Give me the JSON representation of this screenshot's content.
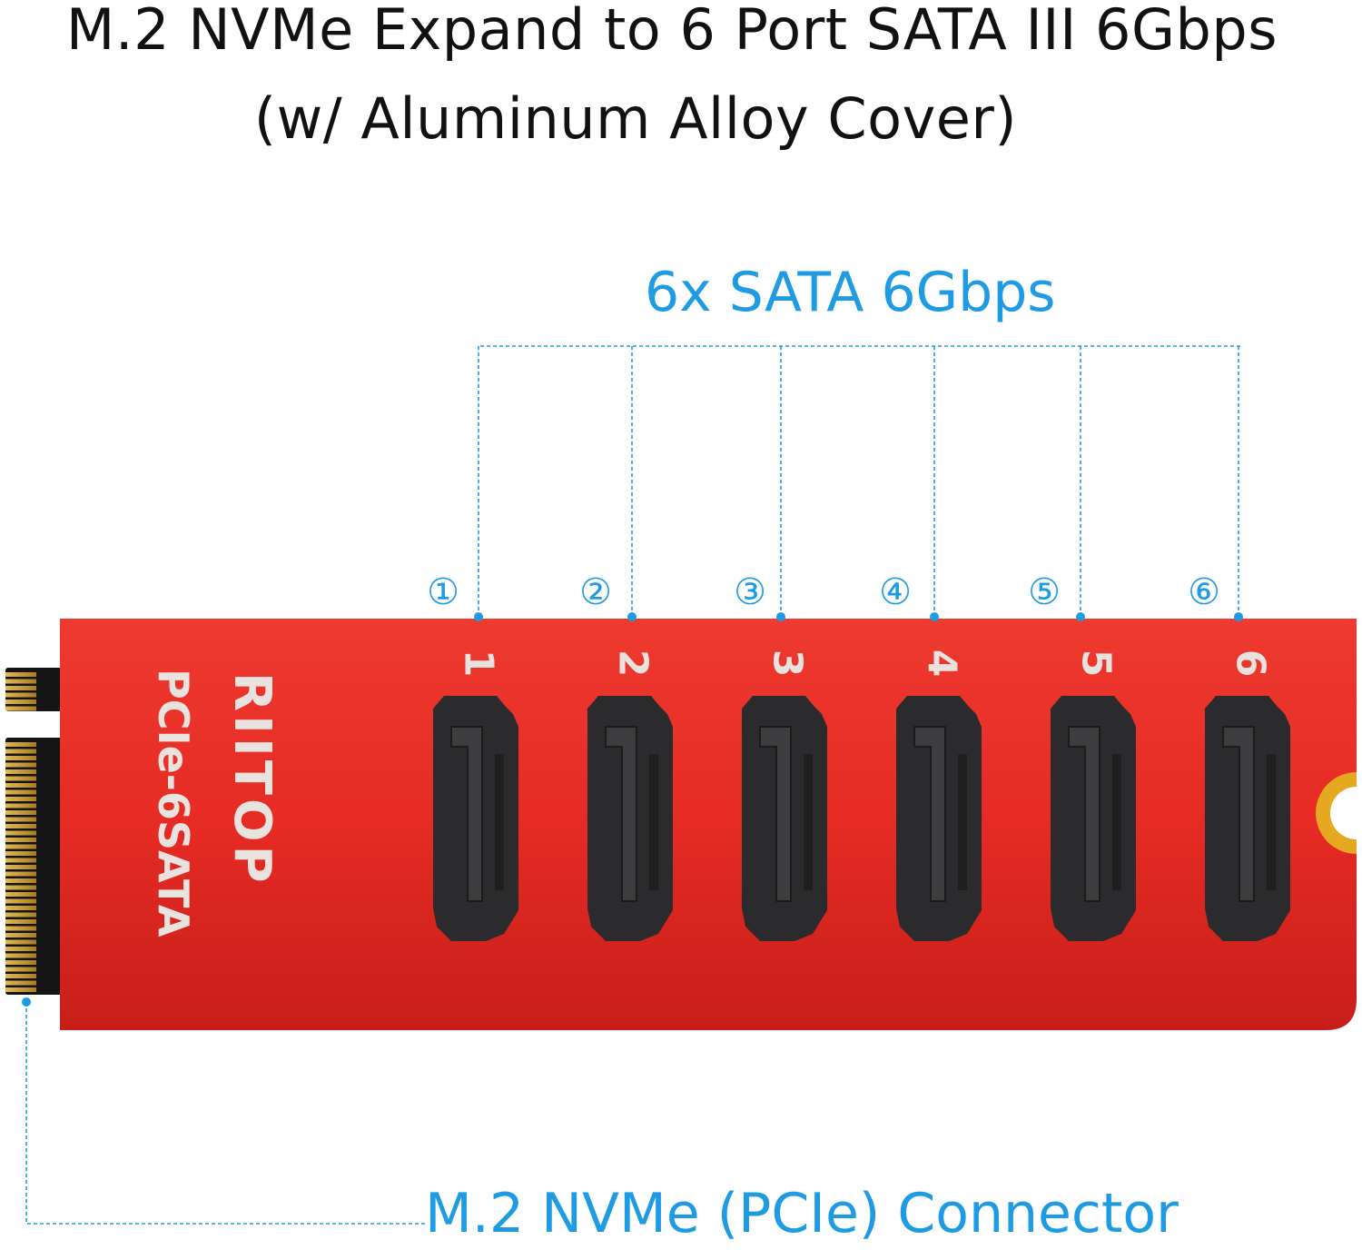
{
  "title": {
    "line1": "M.2 NVMe Expand to 6 Port SATA III 6Gbps",
    "line2": "(w/ Aluminum Alloy Cover)"
  },
  "callouts": {
    "sata": "6x SATA 6Gbps",
    "connector": "M.2 NVMe (PCIe) Connector"
  },
  "board": {
    "brand": "RIITOP",
    "model": "PCIe-6SATA",
    "color": "#e52b24"
  },
  "ports": [
    {
      "circled": "①",
      "label": "1"
    },
    {
      "circled": "②",
      "label": "2"
    },
    {
      "circled": "③",
      "label": "3"
    },
    {
      "circled": "④",
      "label": "4"
    },
    {
      "circled": "⑤",
      "label": "5"
    },
    {
      "circled": "⑥",
      "label": "6"
    }
  ],
  "colors": {
    "accent": "#1e9be3",
    "port_body": "#2b2b2d",
    "gold_contacts": "#c9a13c"
  }
}
